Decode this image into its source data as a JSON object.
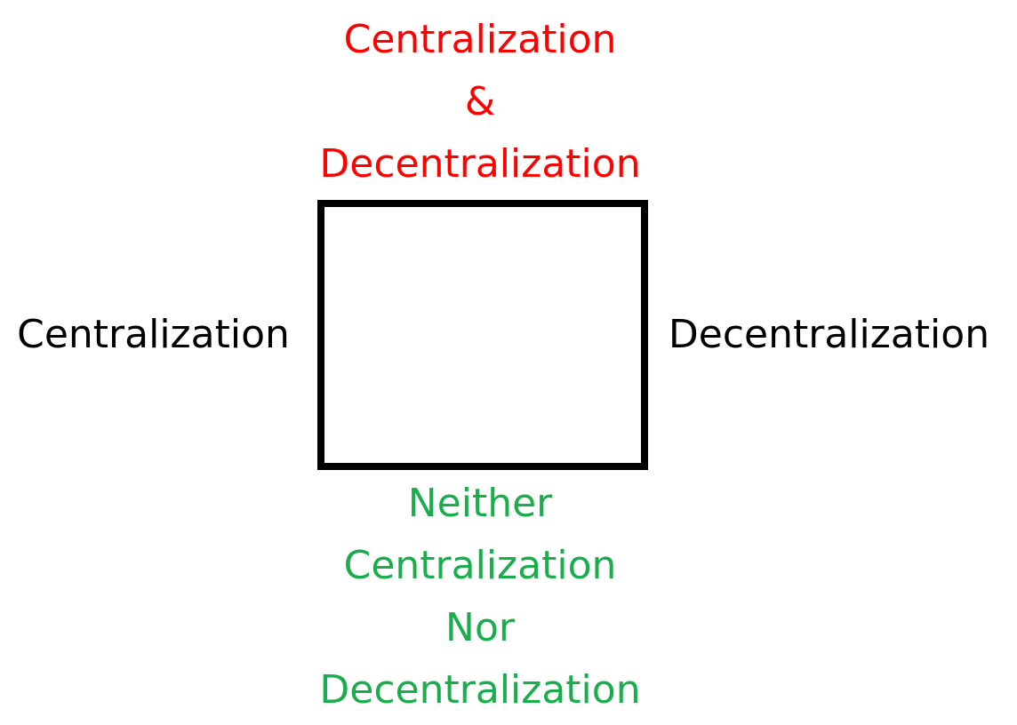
{
  "diagram": {
    "top": {
      "lines": [
        "Centralization",
        "&",
        "Decentralization"
      ],
      "color": "#ff0000"
    },
    "left": {
      "text": "Centralization",
      "color": "#000000"
    },
    "right": {
      "text": "Decentralization",
      "color": "#000000"
    },
    "bottom": {
      "lines": [
        "Neither",
        "Centralization",
        "Nor",
        "Decentralization"
      ],
      "color": "#1aad4b"
    }
  }
}
